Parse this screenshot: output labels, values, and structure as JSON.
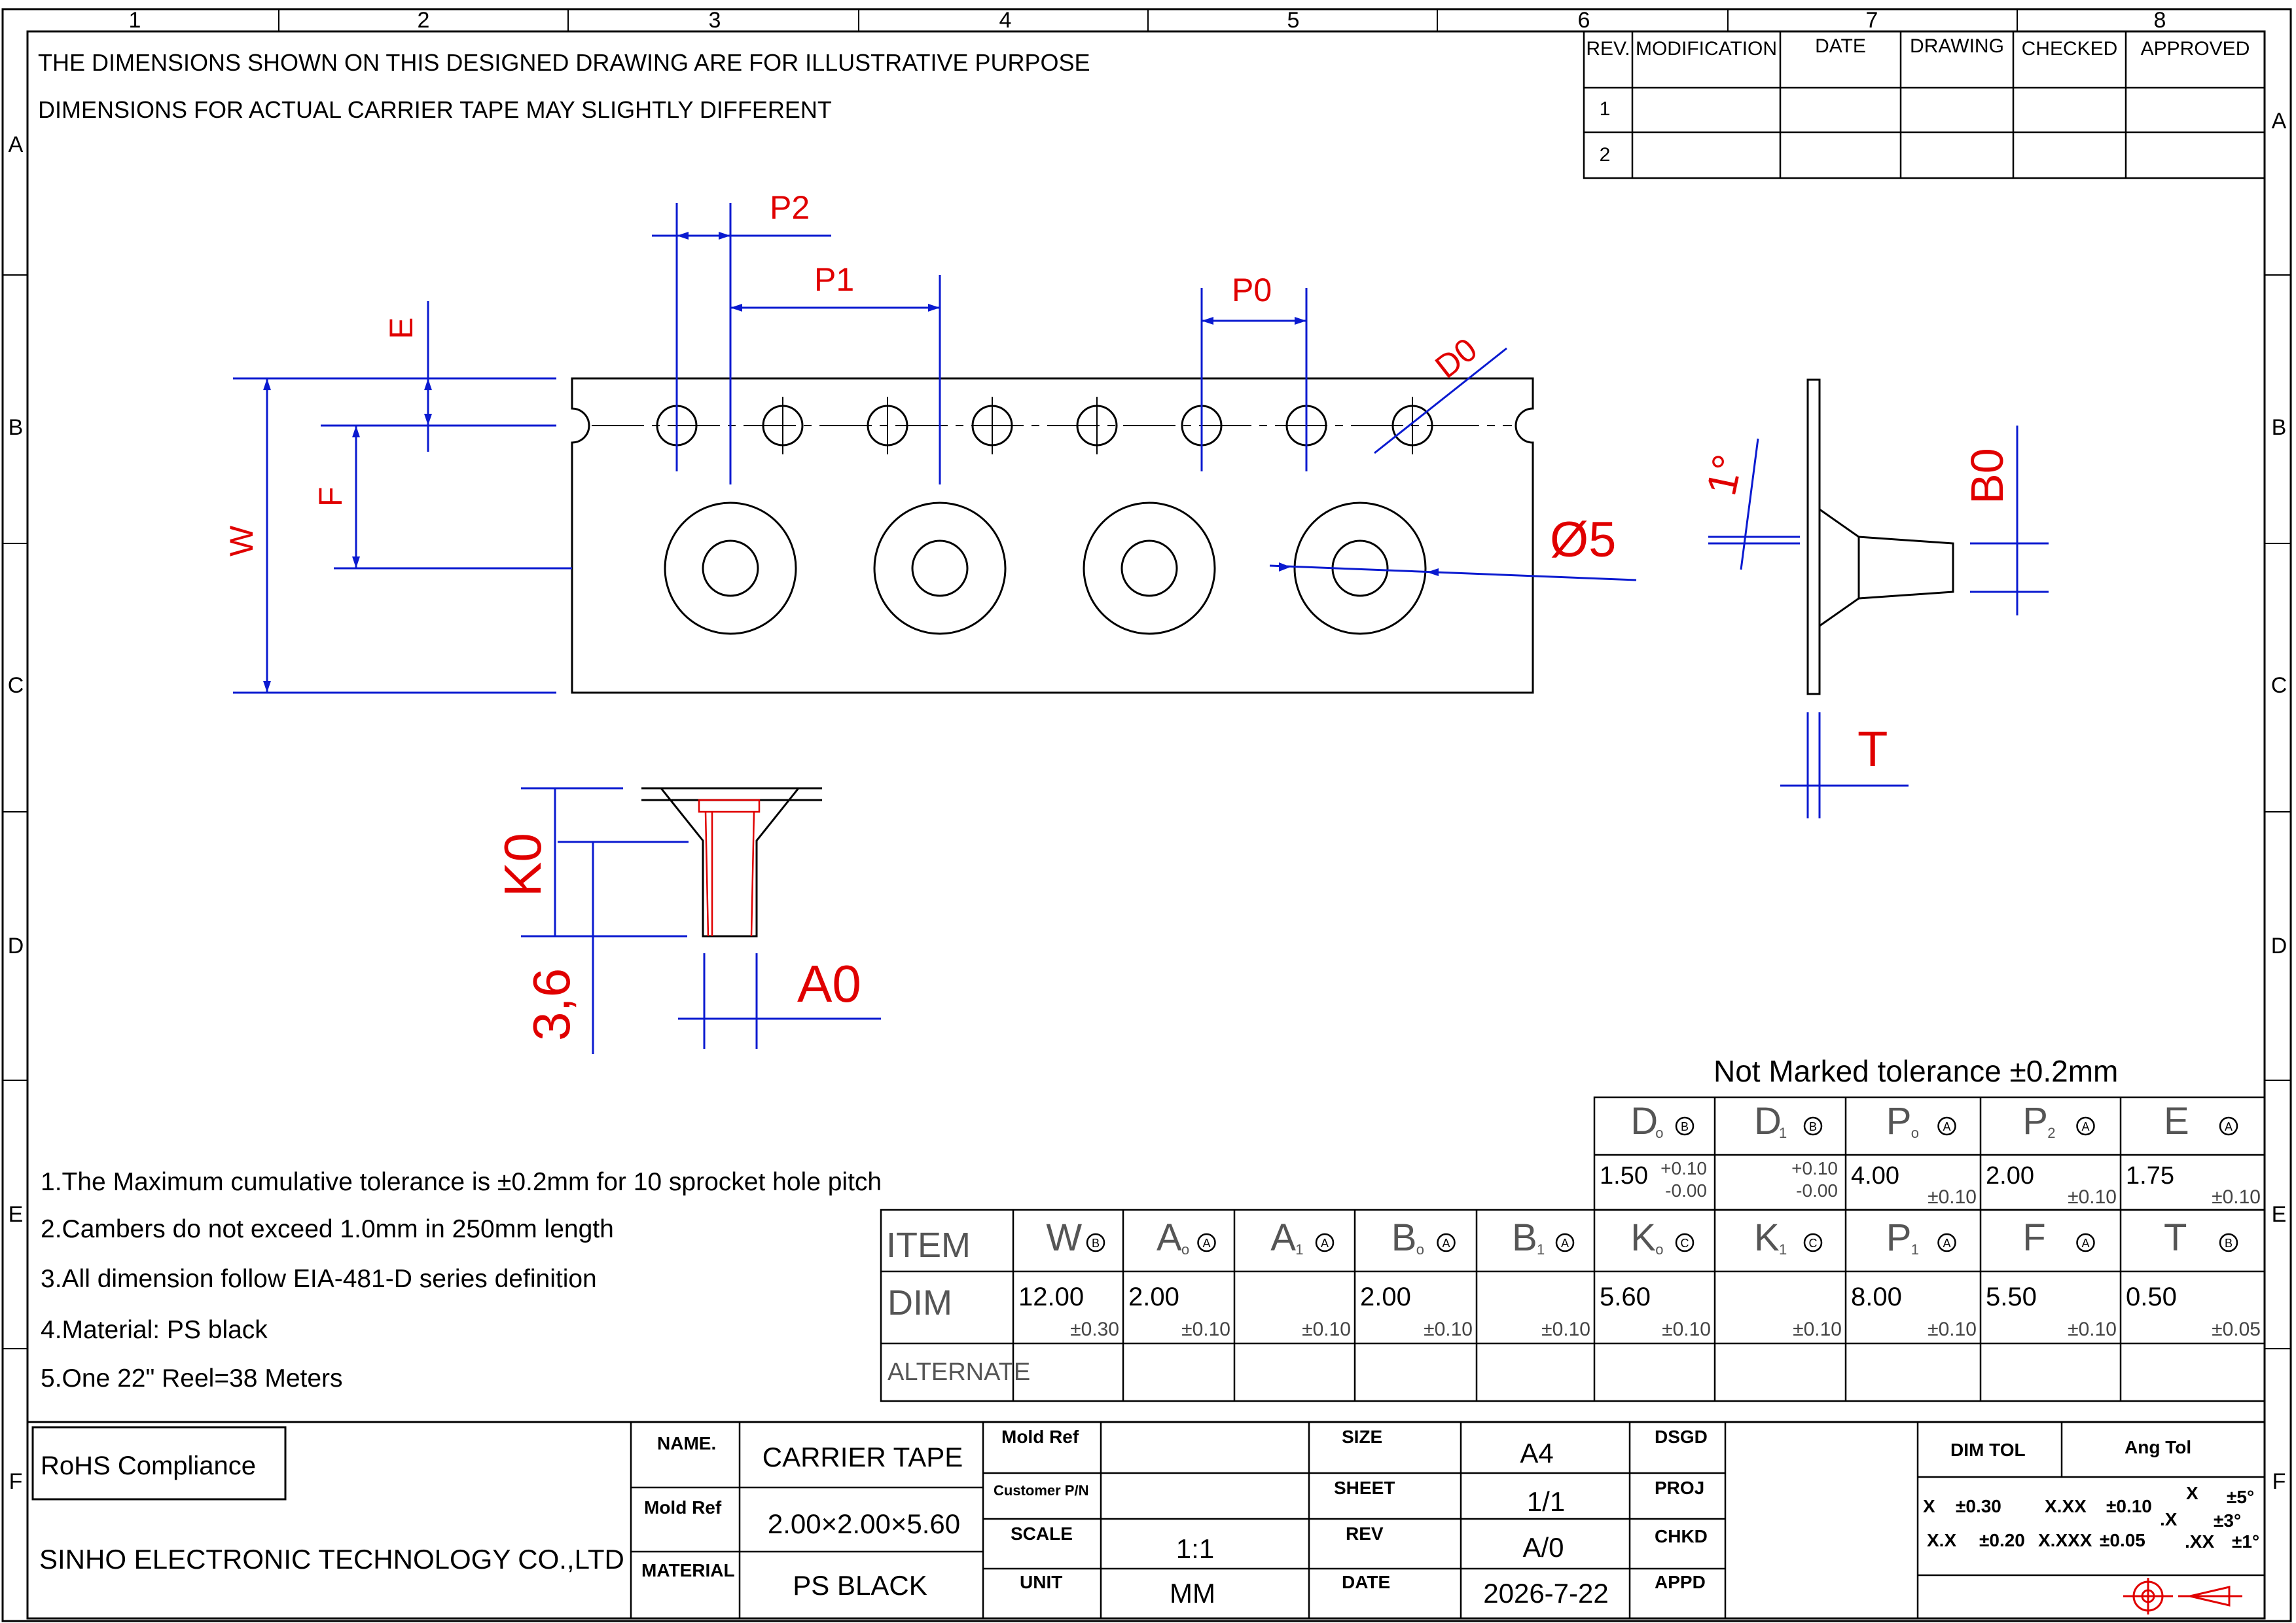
{
  "zones": {
    "columns": [
      "1",
      "2",
      "3",
      "4",
      "5",
      "6",
      "7",
      "8"
    ],
    "rows": [
      "A",
      "B",
      "C",
      "D",
      "E",
      "F"
    ]
  },
  "disclaimer": [
    "THE DIMENSIONS SHOWN ON THIS DESIGNED DRAWING ARE FOR ILLUSTRATIVE PURPOSE",
    "DIMENSIONS FOR ACTUAL CARRIER TAPE MAY SLIGHTLY DIFFERENT"
  ],
  "revision_table": {
    "headers": [
      "REV.",
      "MODIFICATION",
      "DATE",
      "DRAWING",
      "CHECKED",
      "APPROVED"
    ],
    "rows": [
      [
        "1",
        "",
        "",
        "",
        "",
        ""
      ],
      [
        "2",
        "",
        "",
        "",
        "",
        ""
      ]
    ]
  },
  "callouts": {
    "P2": "P2",
    "P1": "P1",
    "P0": "P0",
    "D0": "D0",
    "E": "E",
    "F": "F",
    "W": "W",
    "hole": "Ø5",
    "angle": "1°",
    "B0": "B0",
    "T": "T",
    "K0": "K0",
    "depth": "3,6",
    "A0": "A0"
  },
  "not_marked_tolerance": "Not Marked tolerance ±0.2mm",
  "notes": [
    "1.The Maximum cumulative tolerance is ±0.2mm for 10 sprocket hole pitch",
    "2.Cambers do not exceed 1.0mm in 250mm length",
    "3.All dimension follow EIA-481-D series definition",
    "4.Material: PS black",
    "5.One 22\" Reel=38 Meters"
  ],
  "upper_table": [
    {
      "main": "D",
      "sub": "o",
      "mark": "B",
      "value": "1.50",
      "tol_plus": "+0.10",
      "tol_minus": "-0.00"
    },
    {
      "main": "D",
      "sub": "1",
      "mark": "B",
      "value": "",
      "tol_plus": "+0.10",
      "tol_minus": "-0.00"
    },
    {
      "main": "P",
      "sub": "o",
      "mark": "A",
      "value": "4.00",
      "tol": "±0.10"
    },
    {
      "main": "P",
      "sub": "2",
      "mark": "A",
      "value": "2.00",
      "tol": "±0.10"
    },
    {
      "main": "E",
      "sub": "",
      "mark": "A",
      "value": "1.75",
      "tol": "±0.10"
    }
  ],
  "dim_table": {
    "row_labels": [
      "ITEM",
      "DIM",
      "ALTERNATE"
    ],
    "columns": [
      {
        "main": "W",
        "sub": "",
        "mark": "B",
        "value": "12.00",
        "tol": "±0.30"
      },
      {
        "main": "A",
        "sub": "o",
        "mark": "A",
        "value": "2.00",
        "tol": "±0.10"
      },
      {
        "main": "A",
        "sub": "1",
        "mark": "A",
        "value": "",
        "tol": "±0.10"
      },
      {
        "main": "B",
        "sub": "o",
        "mark": "A",
        "value": "2.00",
        "tol": "±0.10"
      },
      {
        "main": "B",
        "sub": "1",
        "mark": "A",
        "value": "",
        "tol": "±0.10"
      },
      {
        "main": "K",
        "sub": "o",
        "mark": "C",
        "value": "5.60",
        "tol": "±0.10"
      },
      {
        "main": "K",
        "sub": "1",
        "mark": "C",
        "value": "",
        "tol": "±0.10"
      },
      {
        "main": "P",
        "sub": "1",
        "mark": "A",
        "value": "8.00",
        "tol": "±0.10"
      },
      {
        "main": "F",
        "sub": "",
        "mark": "A",
        "value": "5.50",
        "tol": "±0.10"
      },
      {
        "main": "T",
        "sub": "",
        "mark": "B",
        "value": "0.50",
        "tol": "±0.05"
      }
    ]
  },
  "title_block": {
    "rohs": "RoHS Compliance",
    "company": "SINHO ELECTRONIC TECHNOLOGY CO.,LTD",
    "name_label": "NAME.",
    "name_value": "CARRIER TAPE",
    "mold_label": "Mold Ref",
    "mold_value": "2.00×2.00×5.60",
    "material_label": "MATERIAL",
    "material_value": "PS BLACK",
    "mold_ref_label": "Mold Ref",
    "customer_label": "Customer P/N",
    "scale_label": "SCALE",
    "scale_value": "1:1",
    "unit_label": "UNIT",
    "unit_value": "MM",
    "size_label": "SIZE",
    "size_value": "A4",
    "sheet_label": "SHEET",
    "sheet_value": "1/1",
    "rev_label": "REV",
    "rev_value": "A/0",
    "date_label": "DATE",
    "date_value": "2026-7-22",
    "dsgd": "DSGD",
    "proj": "PROJ",
    "chkd": "CHKD",
    "appd": "APPD",
    "dim_tol_label": "DIM TOL",
    "ang_tol_label": "Ang Tol",
    "tol_x": "X",
    "tol_x_val": "±0.30",
    "tol_xxx": "X.XX",
    "tol_xxx_val": "±0.10",
    "tol_xx": "X.X",
    "tol_xx_val": "±0.20",
    "tol_xxxx": "X.XXX",
    "tol_xxxx_val": "±0.05",
    "ang_x": "X",
    "ang_x_val": "±5°",
    "ang_dx": ".X",
    "ang_dx_val": "±3°",
    "ang_dxx": ".XX",
    "ang_dxx_val": "±1°"
  }
}
